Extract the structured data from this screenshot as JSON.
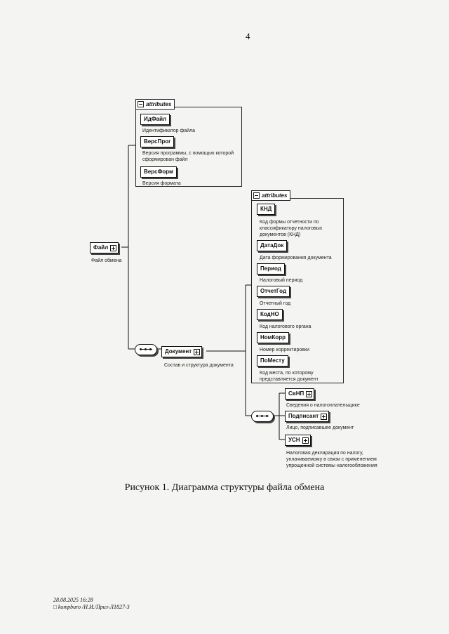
{
  "page_number": "4",
  "root": {
    "label": "Файл",
    "desc": "Файл обмена"
  },
  "attributes_header_1": "attributes",
  "file_attributes": [
    {
      "label": "ИдФайл",
      "desc": "Идентификатор файла"
    },
    {
      "label": "ВерсПрог",
      "desc": "Версия программы, с помощью которой сформирован файл"
    },
    {
      "label": "ВерсФорм",
      "desc": "Версия формата"
    }
  ],
  "document": {
    "label": "Документ",
    "desc": "Состав и структура документа"
  },
  "attributes_header_2": "attributes",
  "document_attributes": [
    {
      "label": "КНД",
      "desc": "Код формы отчетности по классификатору налоговых документов (КНД)"
    },
    {
      "label": "ДатаДок",
      "desc": "Дата формирования документа"
    },
    {
      "label": "Период",
      "desc": "Налоговый период"
    },
    {
      "label": "ОтчетГод",
      "desc": "Отчетный год"
    },
    {
      "label": "КодНО",
      "desc": "Код налогового органа"
    },
    {
      "label": "НомКорр",
      "desc": "Номер корректировки"
    },
    {
      "label": "ПоМесту",
      "desc": "Код места, по которому представляется документ"
    }
  ],
  "document_children": [
    {
      "label": "СвНП",
      "desc": "Сведения о налогоплательщике"
    },
    {
      "label": "Подписант",
      "desc": "Лицо, подписавшее документ"
    },
    {
      "label": "УСН",
      "desc": "Налоговая декларация по налогу, уплачиваемому в связи с применением упрощенной системы налогообложения"
    }
  ],
  "caption": "Рисунок 1. Диаграмма структуры файла обмена",
  "footer": {
    "timestamp": "28.08.2025 16:28",
    "path": "□ kompburo /Н.И./Приз-Л1827-3"
  }
}
